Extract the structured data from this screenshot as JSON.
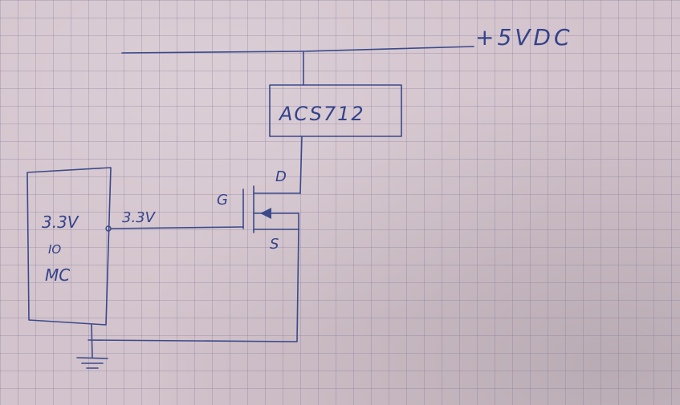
{
  "supply_label": "+5VDC",
  "sensor_label": "ACS712",
  "mosfet": {
    "gate_label": "G",
    "drain_label": "D",
    "source_label": "S"
  },
  "gate_signal_label": "3.3V",
  "mcu": {
    "line1": "3.3V",
    "line2": "IO",
    "line3": "MC"
  }
}
